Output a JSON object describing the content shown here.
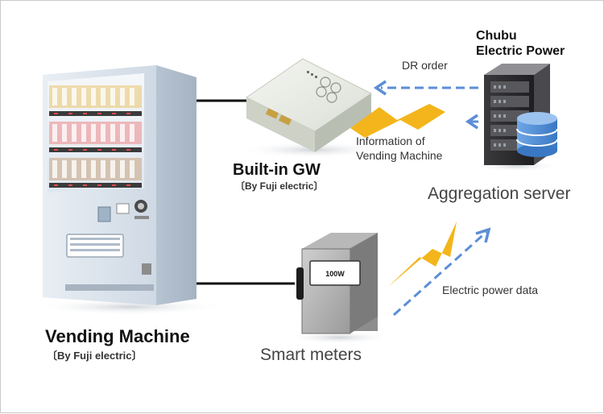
{
  "vending_machine": {
    "title": "Vending Machine",
    "maker": "〔By Fuji electric〕"
  },
  "gateway": {
    "title": "Built-in GW",
    "maker": "〔By Fuji electric〕"
  },
  "utility": {
    "name_line1": "Chubu",
    "name_line2": "Electric Power"
  },
  "server": {
    "label": "Aggregation server"
  },
  "meter": {
    "label": "Smart meters",
    "reading": "100W"
  },
  "flows": {
    "dr_order": "DR order",
    "info_line1": "Information of",
    "info_line2": "Vending Machine",
    "power_data": "Electric power data"
  },
  "colors": {
    "arrow_blue": "#5b8ed6",
    "lightning": "#f3b51b",
    "vm_body": "#cfd9e4",
    "server_dark": "#2e2e30",
    "database": "#4d8fd8"
  }
}
